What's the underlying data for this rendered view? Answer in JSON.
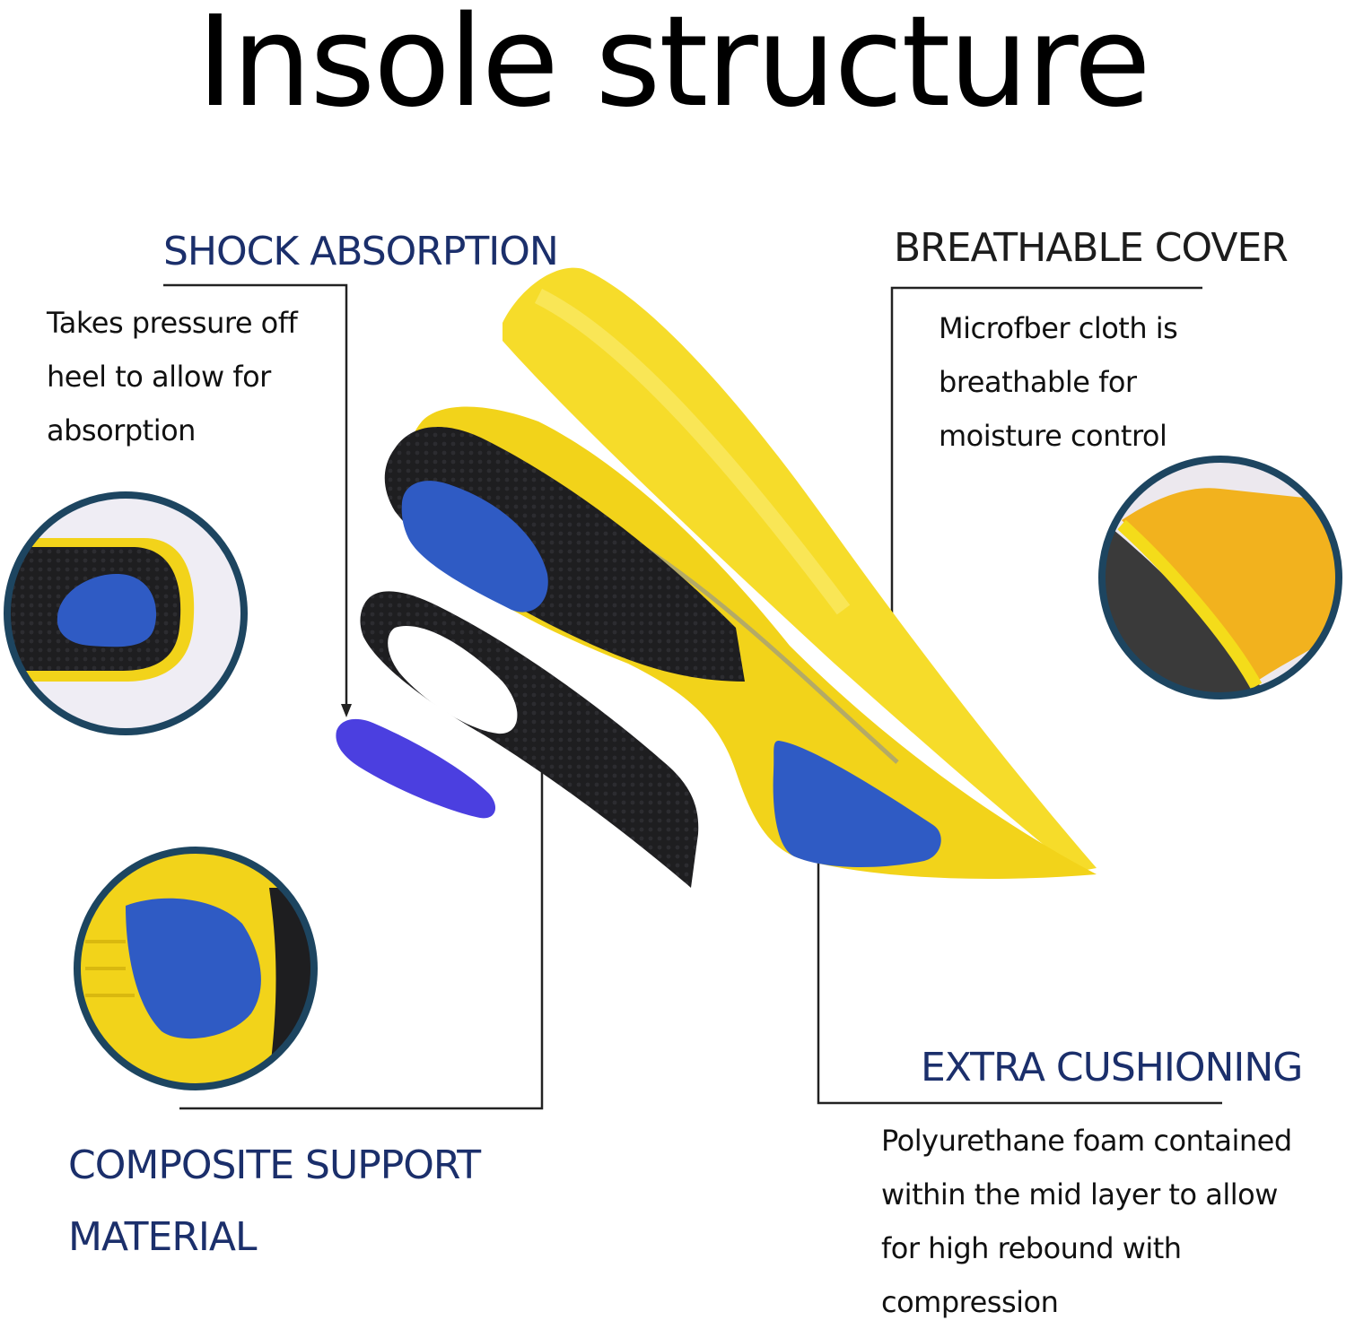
{
  "title": "Insole structure",
  "colors": {
    "heading": "#1b2f6b",
    "yellow": "#f4d81c",
    "black_layer": "#1e1e20",
    "blue_gel": "#2f5bc4",
    "purple_pad": "#4b3fe0",
    "circle_border": "#1d4560"
  },
  "sections": {
    "shock_absorption": {
      "heading": "SHOCK ABSORPTION",
      "lines": [
        "Takes pressure off",
        "heel to allow for",
        "absorption"
      ]
    },
    "breathable_cover": {
      "heading": "BREATHABLE COVER",
      "lines": [
        "Microfber cloth is",
        "breathable for",
        "moisture control"
      ]
    },
    "composite_support": {
      "heading_lines": [
        "COMPOSITE SUPPORT",
        "MATERIAL"
      ]
    },
    "extra_cushioning": {
      "heading": "EXTRA CUSHIONING",
      "lines": [
        "Polyurethane foam contained",
        "within the mid layer to allow",
        "for high rebound with",
        "compression"
      ]
    }
  }
}
